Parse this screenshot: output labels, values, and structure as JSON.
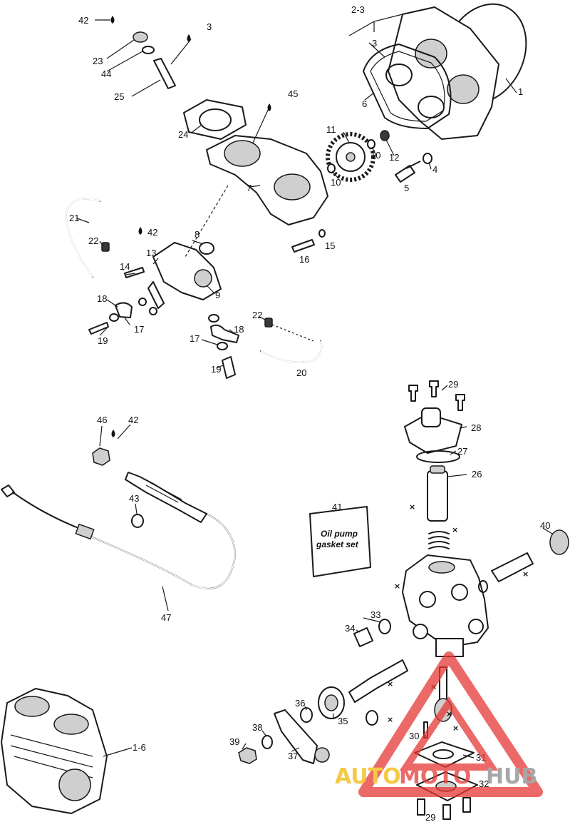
{
  "labels": {
    "l42a": "42",
    "l3a": "3",
    "l23": "23",
    "l44": "44",
    "l25": "25",
    "l23x": "2-3",
    "l3b": "3",
    "l6": "6",
    "l1": "1",
    "l45": "45",
    "l24": "24",
    "l11": "11",
    "l10a": "10",
    "l12": "12",
    "l4": "4",
    "l10b": "10",
    "l5": "5",
    "l7": "7",
    "l21": "21",
    "l22a": "22",
    "l42b": "42",
    "l8": "8",
    "l13": "13",
    "l14": "14",
    "l16": "16",
    "l15": "15",
    "l18a": "18",
    "l9": "9",
    "l17a": "17",
    "l19a": "19",
    "l22b": "22",
    "l18b": "18",
    "l17b": "17",
    "l19b": "19",
    "l20": "20",
    "l29a": "29",
    "l28": "28",
    "l27": "27",
    "l26": "26",
    "l46": "46",
    "l42c": "42",
    "l43": "43",
    "l41": "41",
    "l40": "40",
    "l47": "47",
    "l33": "33",
    "l34": "34",
    "l36": "36",
    "l35": "35",
    "l38": "38",
    "l39": "39",
    "l37": "37",
    "l30": "30",
    "l31": "31",
    "l32": "32",
    "l29b": "29",
    "l16x": "1-6"
  },
  "gasket_card": {
    "line1": "Oil pump",
    "line2": "gasket set"
  },
  "marker_symbol": "×",
  "watermark": {
    "part1": "AUTO",
    "part2": "MOTO",
    "part3": "HUB",
    "color1": "#f2b705",
    "color2": "#e53935",
    "color3": "#8a8a8a"
  }
}
